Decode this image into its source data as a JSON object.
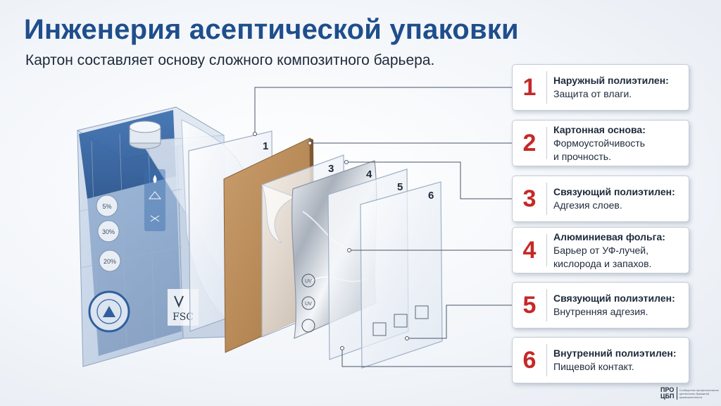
{
  "title": "Инженерия асептической упаковки",
  "subtitle": "Картон составляет основу сложного композитного барьера.",
  "layers": [
    {
      "number": "1",
      "name": "Наружный полиэтилен:",
      "desc": [
        "Защита от влаги."
      ]
    },
    {
      "number": "2",
      "name": "Картонная основа:",
      "desc": [
        "Формоустойчивость",
        "и прочность."
      ]
    },
    {
      "number": "3",
      "name": "Связующий полиэтилен:",
      "desc": [
        "Адгезия слоев."
      ]
    },
    {
      "number": "4",
      "name": "Алюминиевая фольга:",
      "desc": [
        "Барьер от УФ-лучей,",
        "кислорода и запахов."
      ]
    },
    {
      "number": "5",
      "name": "Связующий полиэтилен:",
      "desc": [
        "Внутренняя адгезия."
      ]
    },
    {
      "number": "6",
      "name": "Внутренний полиэтилен:",
      "desc": [
        "Пищевой контакт."
      ]
    }
  ],
  "carton_marks": {
    "percent_1": "5%",
    "percent_2": "30%",
    "percent_3": "20%",
    "fsc": "FSC",
    "uv_1": "UV",
    "uv_2": "UV"
  },
  "logo": {
    "mark_line1": "ПРО",
    "mark_line2": "ЦБП",
    "caption": "Сообщество профессионалов целлюлозно-бумажной промышленности"
  },
  "colors": {
    "title": "#1f4e8c",
    "number": "#c62828",
    "carton_blue": "#2f5f9e",
    "cardboard": "#b98a5a",
    "foil": "#c3c9d1"
  }
}
